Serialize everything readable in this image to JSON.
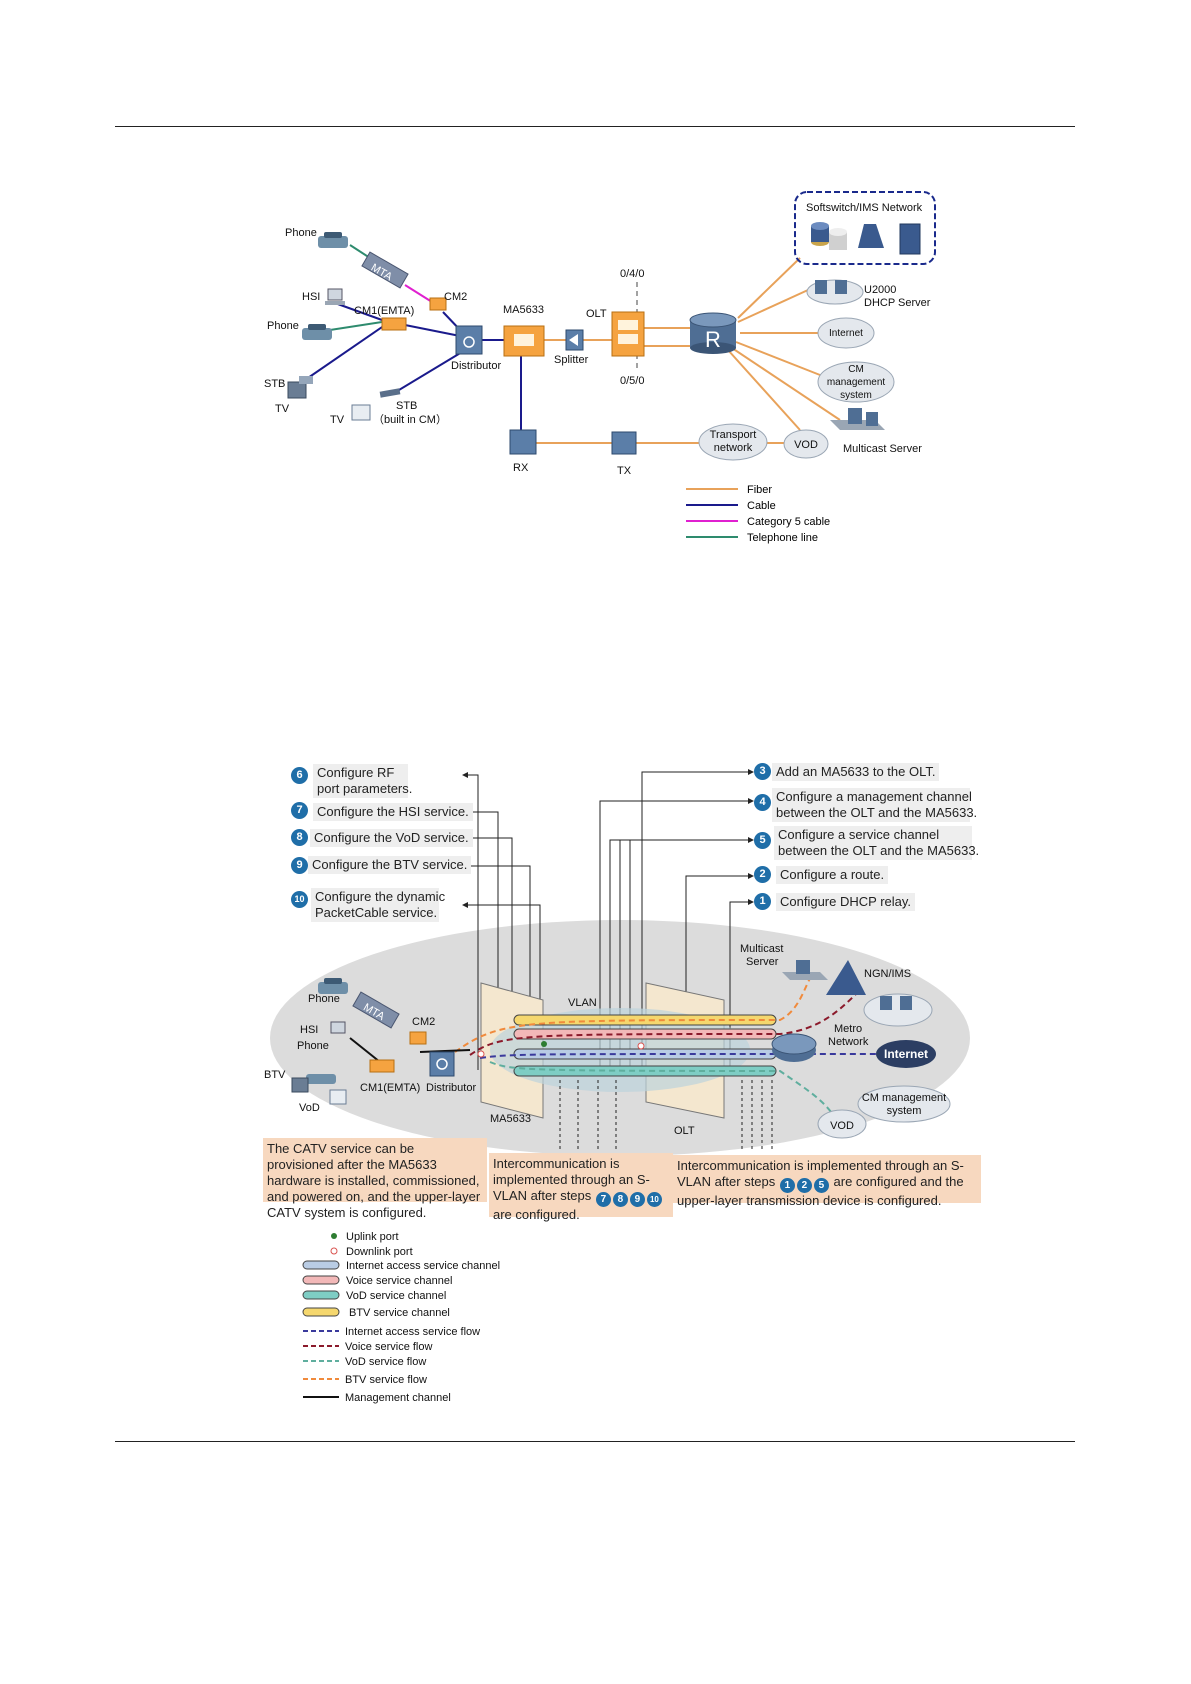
{
  "figure1": {
    "labels": {
      "phone_top": "Phone",
      "mta": "MTA",
      "hsi": "HSI",
      "cm2": "CM2",
      "cm1": "CM1(EMTA)",
      "phone_mid": "Phone",
      "stb_left": "STB",
      "tv_left": "TV",
      "tv_mid": "TV",
      "stb_mid": "STB",
      "stb_mid_note": "（built in CM）",
      "distributor": "Distributor",
      "ma5633": "MA5633",
      "splitter": "Splitter",
      "olt": "OLT",
      "port_top": "0/4/0",
      "port_bottom": "0/5/0",
      "softswitch": "Softswitch/IMS Network",
      "u2000": "U2000",
      "dhcp": "DHCP Server",
      "internet": "Internet",
      "cm_mgmt_1": "CM",
      "cm_mgmt_2": "management",
      "cm_mgmt_3": "system",
      "multicast": "Multicast Server",
      "transport_1": "Transport",
      "transport_2": "network",
      "vod": "VOD",
      "rx": "RX",
      "tx": "TX",
      "router": "R"
    },
    "legend": [
      {
        "label": "Fiber",
        "color": "#e8a25a"
      },
      {
        "label": "Cable",
        "color": "#1a1a8c"
      },
      {
        "label": "Category 5 cable",
        "color": "#e020d0"
      },
      {
        "label": "Telephone line",
        "color": "#2e8b6e"
      }
    ]
  },
  "figure2": {
    "steps_left": [
      {
        "num": "6",
        "text1": "Configure RF",
        "text2": "port parameters."
      },
      {
        "num": "7",
        "text1": "Configure the HSI service.",
        "text2": ""
      },
      {
        "num": "8",
        "text1": "Configure the VoD service.",
        "text2": ""
      },
      {
        "num": "9",
        "text1": "Configure the BTV service.",
        "text2": ""
      },
      {
        "num": "10",
        "text1": "Configure the dynamic",
        "text2": "PacketCable service."
      }
    ],
    "steps_right": [
      {
        "num": "3",
        "text1": "Add an MA5633 to the OLT.",
        "text2": ""
      },
      {
        "num": "4",
        "text1": "Configure a management channel",
        "text2": "between the OLT and the MA5633."
      },
      {
        "num": "5",
        "text1": "Configure a service channel",
        "text2": "between the OLT and the MA5633."
      },
      {
        "num": "2",
        "text1": "Configure a route.",
        "text2": ""
      },
      {
        "num": "1",
        "text1": "Configure DHCP relay.",
        "text2": ""
      }
    ],
    "labels": {
      "phone_top": "Phone",
      "mta": "MTA",
      "cm2": "CM2",
      "hsi": "HSI",
      "phone_mid": "Phone",
      "btv": "BTV",
      "vod_left": "VoD",
      "cm1": "CM1(EMTA)",
      "distributor": "Distributor",
      "vlan": "VLAN",
      "ma5633": "MA5633",
      "olt": "OLT",
      "multicast_1": "Multicast",
      "multicast_2": "Server",
      "ngn": "NGN/IMS",
      "metro_1": "Metro",
      "metro_2": "Network",
      "internet": "Internet",
      "cm_mgmt_1": "CM management",
      "cm_mgmt_2": "system",
      "vod_right": "VOD"
    },
    "notes": {
      "left": "The CATV service can be provisioned after the MA5633 hardware is installed, commissioned, and powered on, and the upper-layer CATV system is configured.",
      "middle_pre": "Intercommunication is implemented through an S-VLAN after steps",
      "middle_steps": [
        "7",
        "8",
        "9",
        "10"
      ],
      "middle_post": "are configured.",
      "right_pre": "Intercommunication is implemented through an S-VLAN after steps",
      "right_steps": [
        "1",
        "2",
        "5"
      ],
      "right_post": "are configured and the upper-layer transmission device is configured."
    },
    "legend": [
      {
        "label": "Uplink port",
        "kind": "dot",
        "color": "#2e7d32"
      },
      {
        "label": "Downlink port",
        "kind": "dot",
        "color": "#d9534f"
      },
      {
        "label": "Internet access service channel",
        "kind": "pipe",
        "color": "#b9cce4"
      },
      {
        "label": "Voice service channel",
        "kind": "pipe",
        "color": "#f2b8b8"
      },
      {
        "label": "VoD service channel",
        "kind": "pipe",
        "color": "#7ecdc4"
      },
      {
        "label": "BTV service channel",
        "kind": "pipe",
        "color": "#f5d76e"
      },
      {
        "label": "Internet access service flow",
        "kind": "dash",
        "color": "#3a3a9c"
      },
      {
        "label": "Voice service flow",
        "kind": "dash",
        "color": "#8b1a2b"
      },
      {
        "label": "VoD service flow",
        "kind": "dash",
        "color": "#5fae9e"
      },
      {
        "label": "BTV service flow",
        "kind": "dash",
        "color": "#f08a3c"
      },
      {
        "label": "Management channel",
        "kind": "solid",
        "color": "#111111"
      }
    ]
  }
}
